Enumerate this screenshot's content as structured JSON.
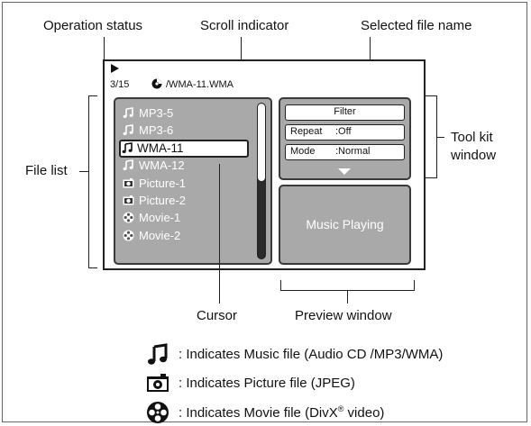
{
  "callouts": {
    "operation_status": "Operation status",
    "scroll_indicator": "Scroll indicator",
    "selected_file_name": "Selected file name",
    "file_list": "File list",
    "tool_kit_line1": "Tool kit",
    "tool_kit_line2": "window",
    "cursor": "Cursor",
    "preview_window": "Preview window"
  },
  "screen": {
    "track": "3/15",
    "path": "/WMA-11.WMA",
    "files": [
      {
        "name": "MP3-5",
        "icon": "music-note-icon"
      },
      {
        "name": "MP3-6",
        "icon": "music-note-icon"
      },
      {
        "name": "WMA-11",
        "icon": "music-note-icon",
        "selected": true
      },
      {
        "name": "WMA-12",
        "icon": "music-note-icon"
      },
      {
        "name": "Picture-1",
        "icon": "camera-icon"
      },
      {
        "name": "Picture-2",
        "icon": "camera-icon"
      },
      {
        "name": "Movie-1",
        "icon": "film-reel-icon"
      },
      {
        "name": "Movie-2",
        "icon": "film-reel-icon"
      }
    ],
    "scroll_position_fraction": 0.5,
    "toolkit": {
      "filter": "Filter",
      "repeat_key": "Repeat",
      "repeat_val": ":Off",
      "mode_key": "Mode",
      "mode_val": ":Normal"
    },
    "preview_text": "Music Playing"
  },
  "legend": {
    "music": ": Indicates Music file (Audio CD /MP3/WMA)",
    "picture": ": Indicates Picture file (JPEG)",
    "movie_a": ": Indicates Movie file",
    "movie_b": "(DivX",
    "movie_reg": "®",
    "movie_c": " video)"
  }
}
